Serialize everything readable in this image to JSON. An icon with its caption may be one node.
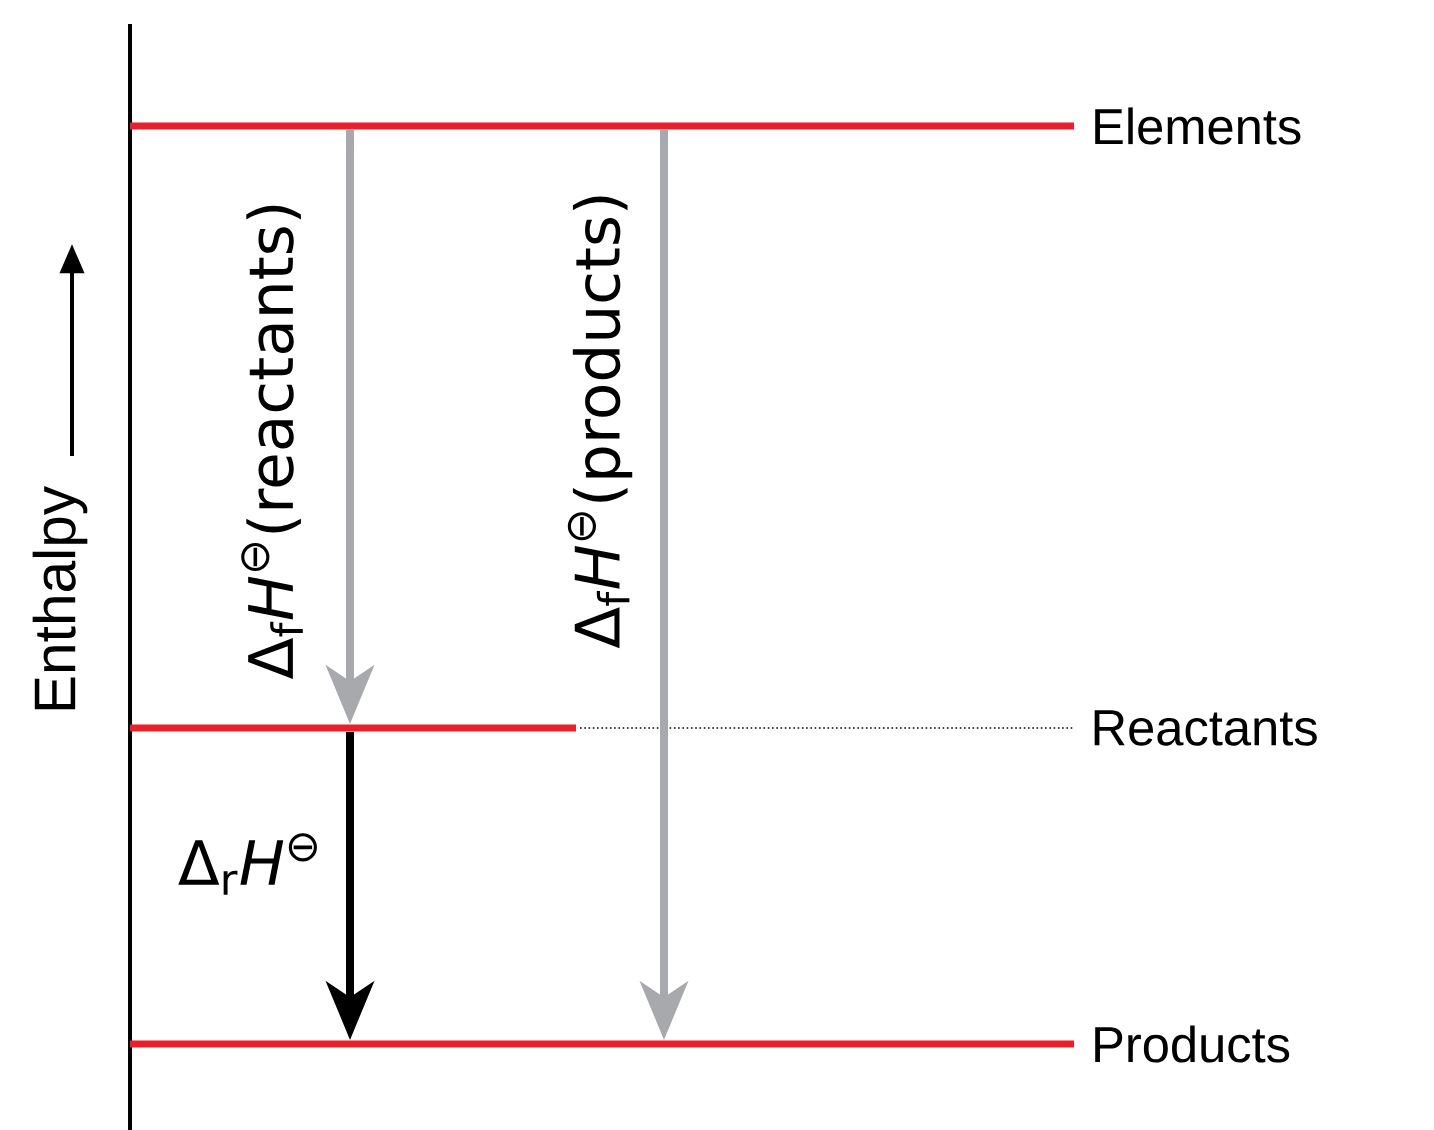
{
  "diagram": {
    "nodes": [
      {
        "text": [
          "Elements"
        ]
      },
      {
        "text": [],
        "shape": "bar"
      },
      {
        "text": [
          "Products"
        ]
      }
    ],
    "edges": [
      {
        "from": 0,
        "to": 1,
        "arrow": "to",
        "label": "Δ$_{f}$*H*$^{⊖}$(reactants)"
      },
      {
        "from": 0,
        "to": 2,
        "arrow": "to",
        "label": "Δ$_{f}$*H*$^{⊖}$(products)"
      },
      {
        "from": 1,
        "to": 2,
        "arrow": "to",
        "label": "Δ$_{r}$*H*$^{⊖}$",
        "color": "#000000"
      }
    ],
    "labels": [
      "Enthalpy",
      "Reactants"
    ]
  }
}
